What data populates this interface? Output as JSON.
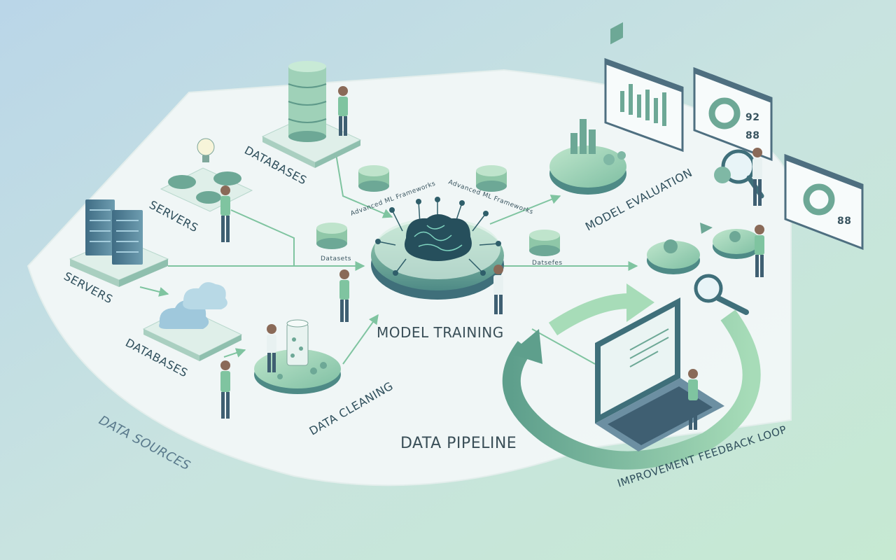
{
  "labels": {
    "databases_top": "DATABASES",
    "servers_top": "SERVERS",
    "servers_left": "SERVERS",
    "databases_bottom": "DATABASES",
    "data_sources": "DATA SOURCES",
    "data_cleaning": "DATA CLEANING",
    "model_training": "MODEL TRAINING",
    "data_pipeline": "DATA PIPELINE",
    "model_evaluation": "MODEL EVALUATION",
    "improvement_loop": "IMPROVEMENT FEEDBACK LOOP",
    "advanced_ml_1": "Advanced ML Frameworks",
    "advanced_ml_2": "Advanced ML Frameworks",
    "datasets_1": "Datasets",
    "datasets_2": "Datsefes"
  },
  "panels": {
    "stat_a": "92",
    "stat_b": "88",
    "stat_c": "88"
  },
  "colors": {
    "accent": "#7fc4a0",
    "dark_teal": "#3f6f7a",
    "background_top": "#b9d8e6",
    "background_bottom": "#c9ead6"
  }
}
